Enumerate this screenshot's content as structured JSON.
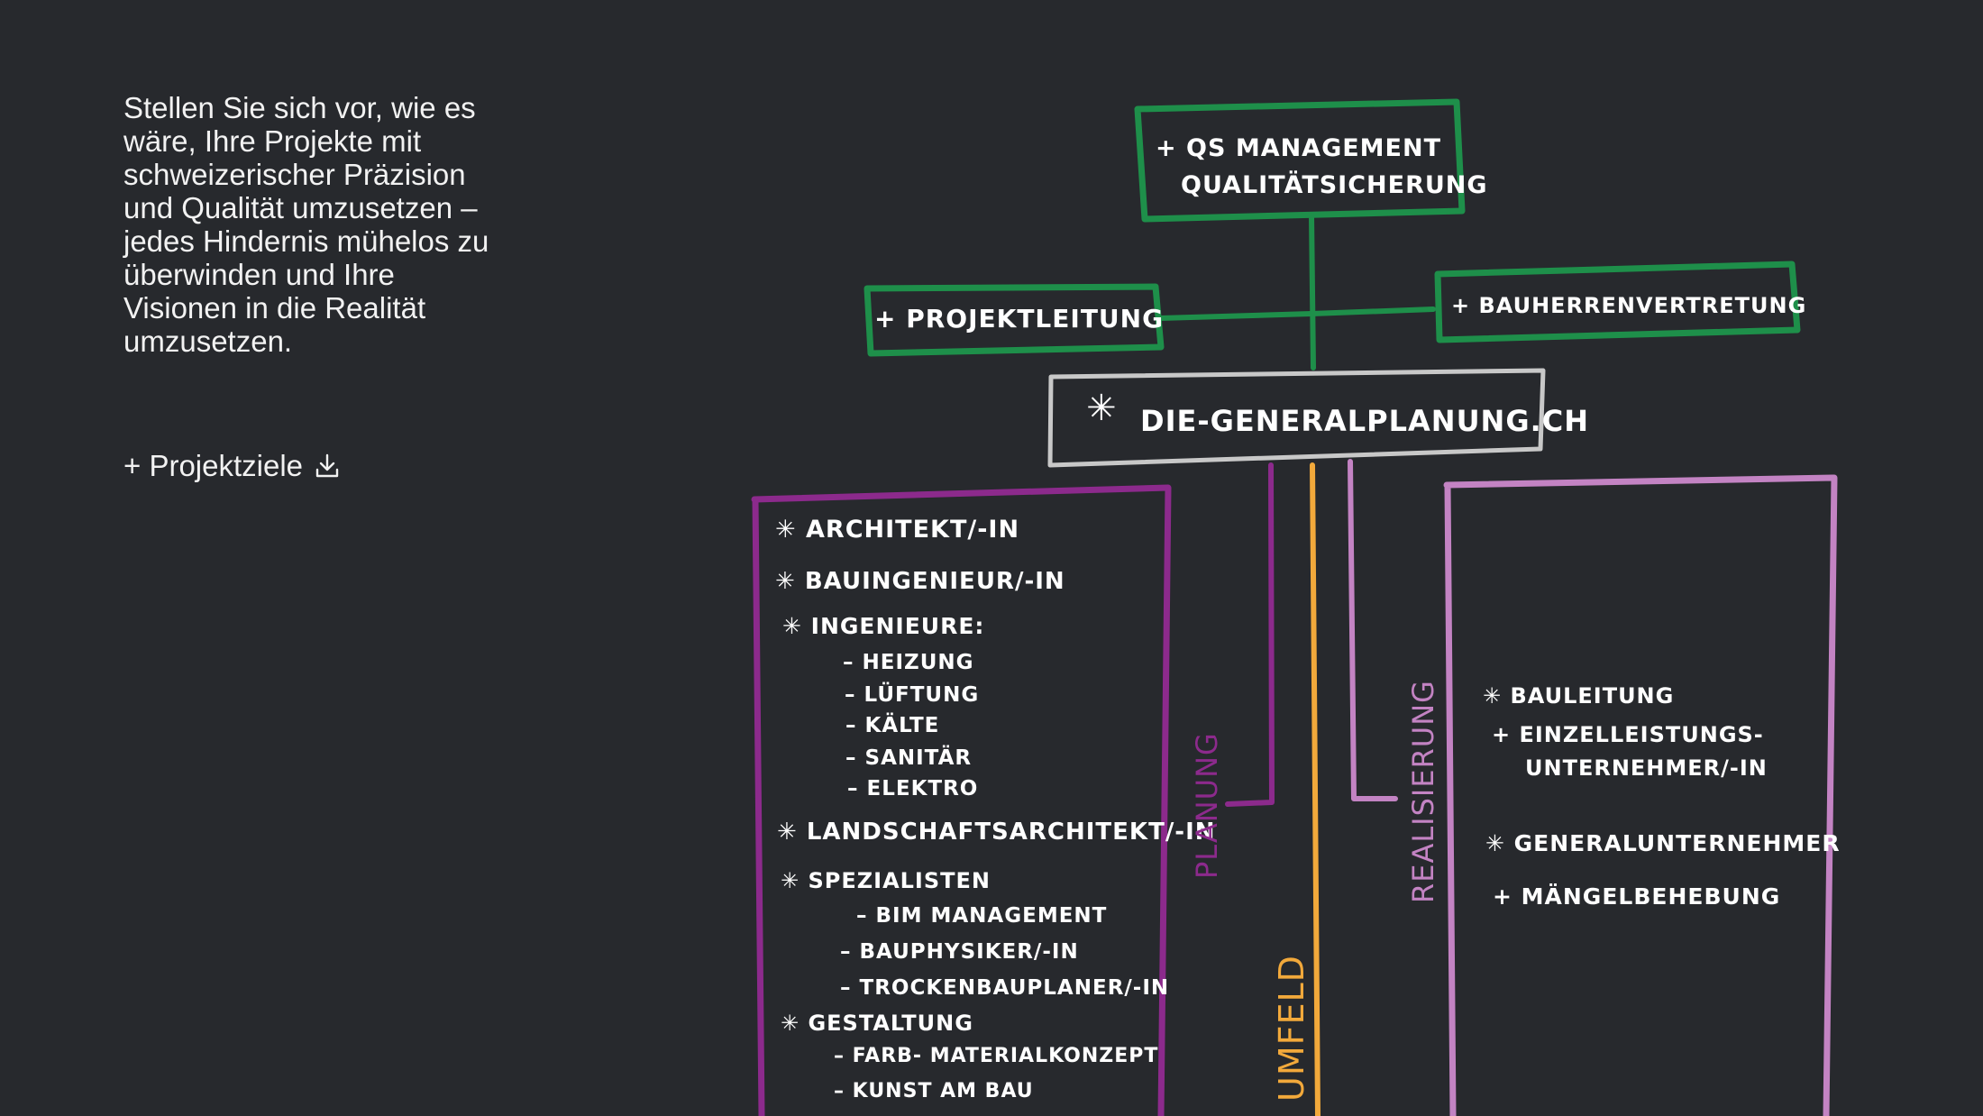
{
  "intro": {
    "text": "Stellen Sie sich vor, wie es wäre, Ihre Projekte mit schweizerischer Präzision und Qualität umzusetzen – jedes Hindernis mühelos zu überwinden und Ihre Visionen in die Realität umzusetzen."
  },
  "goals_link": {
    "label": "+ Projektziele"
  },
  "colors": {
    "background": "#27292d",
    "green": "#1e8f4a",
    "grey": "#c8c8c8",
    "purple": "#8c2a8c",
    "orange": "#f2a93b",
    "lilac": "#c383c3",
    "text": "#ffffff"
  },
  "diagram": {
    "qs_box": {
      "line1": "+ QS   MANAGEMENT",
      "line2": "QUALITÄTSICHERUNG"
    },
    "projektleitung": "+ PROJEKTLEITUNG",
    "bauherrenvertretung": "+ BAUHERRENVERTRETUNG",
    "central": {
      "star": "✳",
      "label": "DIE-GENERALPLANUNG.CH"
    },
    "planung_box": {
      "items": [
        "✳ ARCHITEKT/-IN",
        "✳ BAUINGENIEUR/-IN",
        "✳ INGENIEURE:",
        "– HEIZUNG",
        "– LÜFTUNG",
        "– KÄLTE",
        "– SANITÄR",
        "– ELEKTRO",
        "✳ LANDSCHAFTSARCHITEKT/-IN",
        "✳ SPEZIALISTEN",
        "– BIM  MANAGEMENT",
        "– BAUPHYSIKER/-IN",
        "– TROCKENBAUPLANER/-IN",
        "✳ GESTALTUNG",
        "– FARB- MATERIALKONZEPT",
        "– KUNST AM BAU"
      ]
    },
    "realisierung_box": {
      "items": [
        "✳ BAULEITUNG",
        "+ EINZELLEISTUNGS-",
        "UNTERNEHMER/-IN",
        "✳ GENERALUNTERNEHMER",
        "+ MÄNGELBEHEBUNG"
      ]
    },
    "vertical_labels": {
      "planung": "PLANUNG",
      "umfeld": "UMFELD",
      "realisierung": "REALISIERUNG"
    }
  }
}
